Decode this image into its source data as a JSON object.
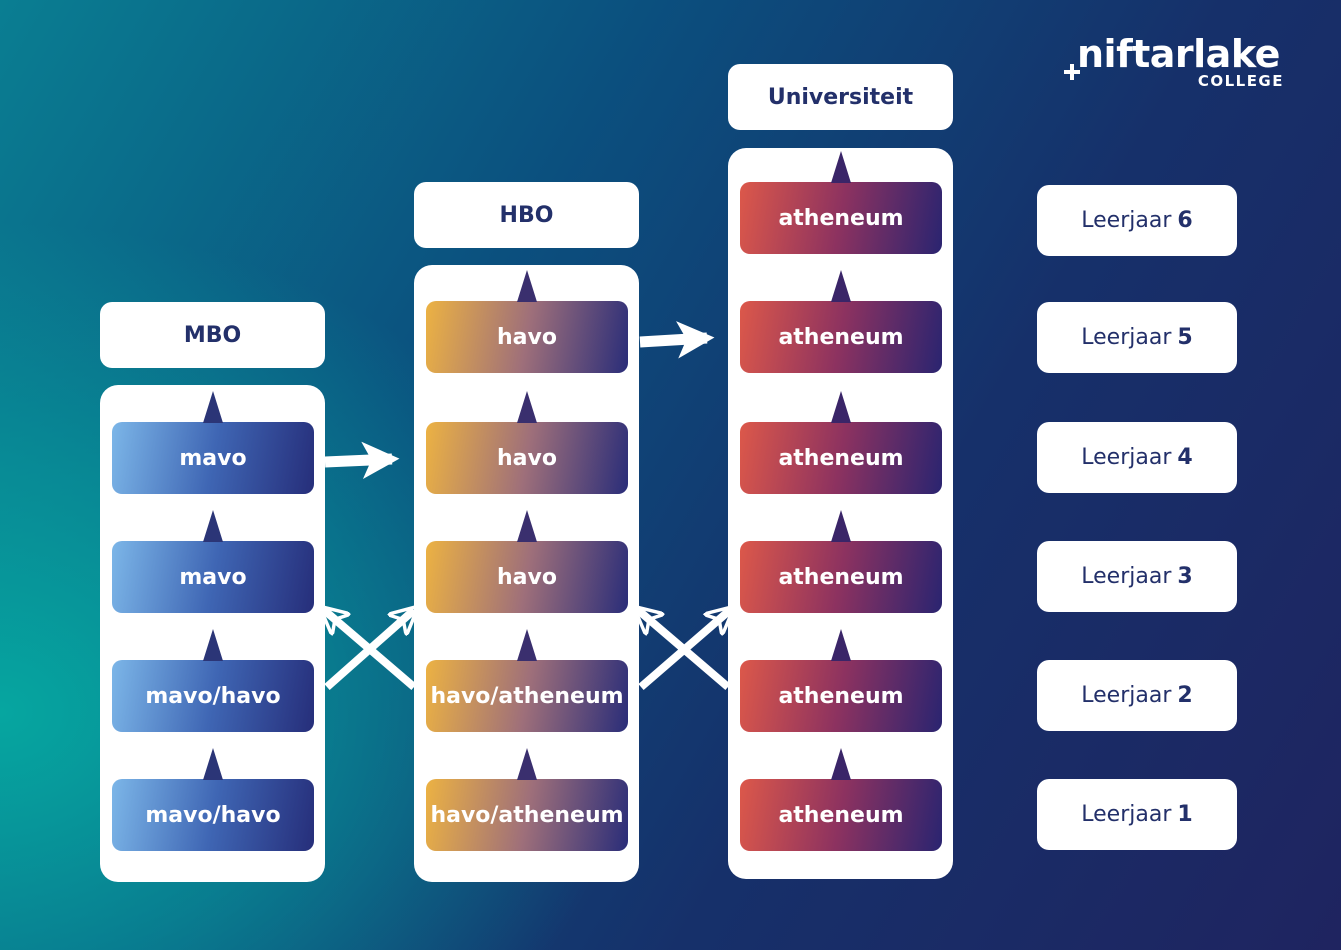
{
  "logo": {
    "word": "niftarlake",
    "sub": "COLLEGE",
    "plus_icon": "plus-icon"
  },
  "columns": {
    "mbo": {
      "title": "MBO",
      "tracks": [
        "mavo",
        "mavo",
        "mavo/havo",
        "mavo/havo"
      ]
    },
    "hbo": {
      "title": "HBO",
      "tracks": [
        "havo",
        "havo",
        "havo",
        "havo/atheneum",
        "havo/atheneum"
      ]
    },
    "uni": {
      "title": "Universiteit",
      "tracks": [
        "atheneum",
        "atheneum",
        "atheneum",
        "atheneum",
        "atheneum",
        "atheneum"
      ]
    }
  },
  "years": [
    {
      "label": "Leerjaar",
      "num": "6"
    },
    {
      "label": "Leerjaar",
      "num": "5"
    },
    {
      "label": "Leerjaar",
      "num": "4"
    },
    {
      "label": "Leerjaar",
      "num": "3"
    },
    {
      "label": "Leerjaar",
      "num": "2"
    },
    {
      "label": "Leerjaar",
      "num": "1"
    }
  ],
  "colors": {
    "mbo_gradient": [
      "#7cb6e8",
      "#262e7a"
    ],
    "hbo_gradient": [
      "#ecb243",
      "#2a2d79"
    ],
    "uni_gradient": [
      "#dc584a",
      "#2a2470"
    ],
    "header_text": "#23306a"
  }
}
